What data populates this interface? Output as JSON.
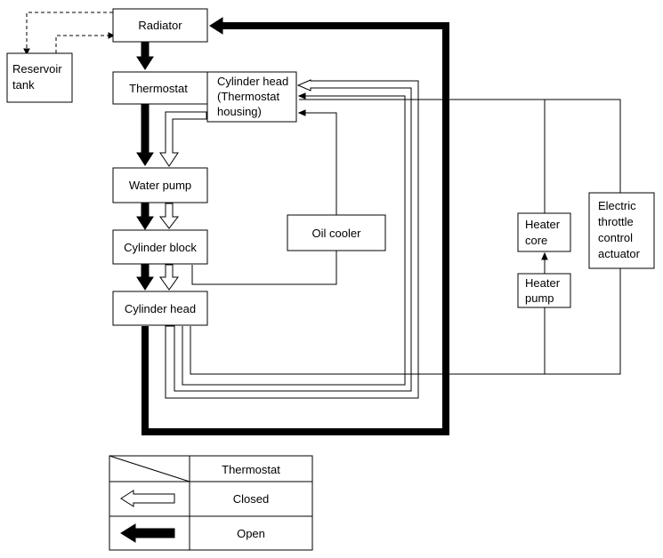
{
  "components": {
    "radiator": "Radiator",
    "reservoir_tank": [
      "Reservoir",
      "tank"
    ],
    "thermostat": "Thermostat",
    "cylinder_head_housing": [
      "Cylinder head",
      "(Thermostat",
      "housing)"
    ],
    "water_pump": "Water pump",
    "cylinder_block": "Cylinder block",
    "oil_cooler": "Oil cooler",
    "cylinder_head": "Cylinder head",
    "heater_core": [
      "Heater",
      "core"
    ],
    "heater_pump": [
      "Heater",
      "pump"
    ],
    "electric_throttle": [
      "Electric",
      "throttle",
      "control",
      "actuator"
    ]
  },
  "legend": {
    "header": "Thermostat",
    "closed": "Closed",
    "open": "Open"
  }
}
